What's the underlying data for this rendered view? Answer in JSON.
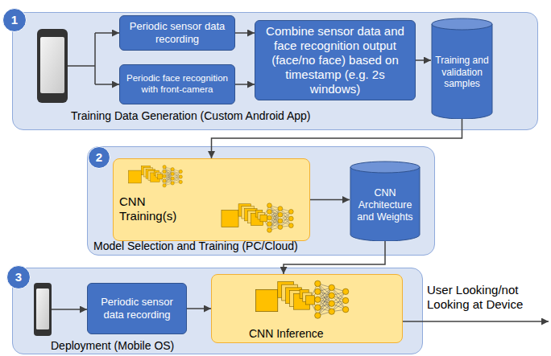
{
  "diagram": {
    "nodes": [
      {
        "text": [
          "Training Data Generation (Custom Android App)"
        ]
      },
      {
        "text": [
          "1"
        ],
        "in": 0
      },
      {
        "text": [
          "Periodic sensor data recording"
        ],
        "in": 0
      },
      {
        "text": [
          "Periodic face recognition with front-camera"
        ],
        "in": 0
      },
      {
        "text": [
          "Combine sensor data and face recognition output (face/no face) based on timestamp (e.g. 2s windows)"
        ],
        "in": 0
      },
      {
        "text": [
          "Training and validation samples"
        ],
        "in": 0
      },
      {
        "text": [
          "Model Selection and Training (PC/Cloud)"
        ]
      },
      {
        "text": [
          "2"
        ],
        "in": 6
      },
      {
        "text": [
          "CNN Training(s)"
        ],
        "in": 6
      },
      {
        "text": [
          "CNN Architecture and Weights"
        ],
        "in": 6
      },
      {
        "text": [
          "Deployment (Mobile OS)"
        ]
      },
      {
        "text": [
          "3"
        ],
        "in": 10
      },
      {
        "text": [
          "Periodic sensor data recording"
        ],
        "in": 10
      },
      {
        "text": [
          "CNN Inference"
        ],
        "in": 10
      }
    ],
    "edges": [
      {
        "from": 2,
        "to": 4,
        "arrow": "to"
      },
      {
        "from": 3,
        "to": 4,
        "arrow": "to"
      },
      {
        "from": 4,
        "to": 5,
        "arrow": "to"
      },
      {
        "from": 5,
        "to": 8,
        "arrow": "to"
      },
      {
        "from": 8,
        "to": 9,
        "arrow": "to"
      },
      {
        "from": 9,
        "to": 13,
        "arrow": "to"
      },
      {
        "from": 12,
        "to": 13,
        "arrow": "to"
      }
    ],
    "labels": [
      "User Looking/not Looking at Device"
    ]
  }
}
